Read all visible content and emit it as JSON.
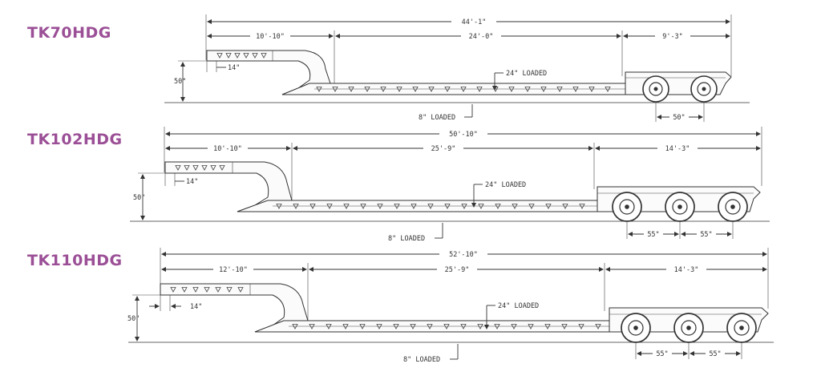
{
  "trailers": [
    {
      "model": "TK70HDG",
      "overall_length": "44'-1\"",
      "neck_length": "10'-10\"",
      "deck_length": "24'-0\"",
      "rear_length": "9'-3\"",
      "deck_height_loaded": "24\" LOADED",
      "ground_clearance_loaded": "8\" LOADED",
      "kingpin_height": "50\"",
      "kingpin_setback": "14\"",
      "axle_spacings": [
        "50\""
      ]
    },
    {
      "model": "TK102HDG",
      "overall_length": "50'-10\"",
      "neck_length": "10'-10\"",
      "deck_length": "25'-9\"",
      "rear_length": "14'-3\"",
      "deck_height_loaded": "24\" LOADED",
      "ground_clearance_loaded": "8\" LOADED",
      "kingpin_height": "50\"",
      "kingpin_setback": "14\"",
      "axle_spacings": [
        "55\"",
        "55\""
      ]
    },
    {
      "model": "TK110HDG",
      "overall_length": "52'-10\"",
      "neck_length": "12'-10\"",
      "deck_length": "25'-9\"",
      "rear_length": "14'-3\"",
      "deck_height_loaded": "24\" LOADED",
      "ground_clearance_loaded": "8\" LOADED",
      "kingpin_height": "50\"",
      "kingpin_setback": "14\"",
      "axle_spacings": [
        "55\"",
        "55\""
      ]
    }
  ]
}
